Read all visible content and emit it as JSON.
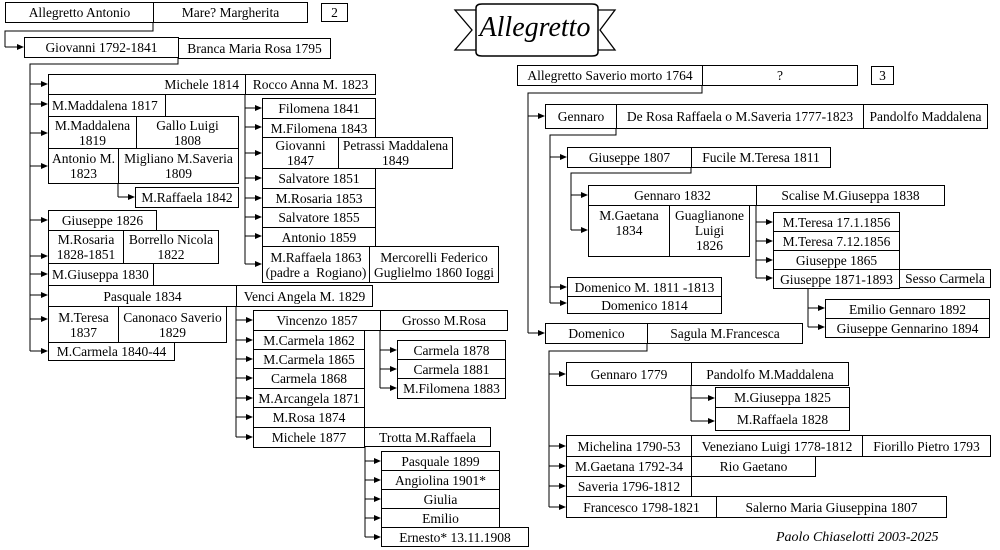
{
  "title": "Allegretto",
  "footer": "Paolo Chiaselotti 2003-2025",
  "boxes": {
    "allegretto_antonio": "Allegretto Antonio",
    "mare_margherita": "Mare? Margherita",
    "page2": "2",
    "giovanni_1792": "Giovanni 1792-1841",
    "branca_maria_rosa": "Branca Maria Rosa 1795",
    "michele_1814": "Michele 1814",
    "rocco_anna": "Rocco Anna M. 1823",
    "m_maddalena_1817": "M.Maddalena 1817",
    "m_maddalena_1819": "M.Maddalena\n1819",
    "gallo_luigi": "Gallo Luigi\n1808",
    "antonio_m_1823": "Antonio M.\n1823",
    "migliano": "Migliano M.Saveria\n1809",
    "m_raffaela_1842": "M.Raffaela 1842",
    "giuseppe_1826": "Giuseppe 1826",
    "m_rosaria_1828": "M.Rosaria\n1828-1851",
    "borrello_nicola": "Borrello Nicola\n1822",
    "m_giuseppa_1830": "M.Giuseppa 1830",
    "pasquale_1834": "Pasquale 1834",
    "venci_angela": "Venci Angela M. 1829",
    "m_teresa_1837": "M.Teresa\n1837",
    "canonaco_saverio": "Canonaco Saverio\n1829",
    "m_carmela_1840": "M.Carmela 1840-44",
    "filomena_1841": "Filomena 1841",
    "m_filomena_1843": "M.Filomena 1843",
    "giovanni_1847": "Giovanni\n1847",
    "petrassi": "Petrassi Maddalena\n1849",
    "salvatore_1851": "Salvatore 1851",
    "m_rosaria_1853": "M.Rosaria 1853",
    "salvatore_1855": "Salvatore 1855",
    "antonio_1859": "Antonio 1859",
    "m_raffaela_1863": "M.Raffaela 1863\n(padre a  Rogiano)",
    "mercorelli": "Mercorelli Federico\nGuglielmo 1860 Ioggi",
    "vincenzo_1857": "Vincenzo 1857",
    "grosso_m_rosa": "Grosso M.Rosa",
    "m_carmela_1862": "M.Carmela 1862",
    "m_carmela_1865": "M.Carmela 1865",
    "carmela_1868": "Carmela 1868",
    "m_arcangela_1871": "M.Arcangela 1871",
    "m_rosa_1874": "M.Rosa 1874",
    "michele_1877": "Michele 1877",
    "trotta": "Trotta M.Raffaela",
    "carmela_1878": "Carmela 1878",
    "carmela_1881": "Carmela 1881",
    "m_filomena_1883": "M.Filomena 1883",
    "pasquale_1899": "Pasquale 1899",
    "angiolina_1901": "Angiolina 1901*",
    "giulia": "Giulia",
    "emilio": "Emilio",
    "ernesto_1908": "Ernesto* 13.11.1908",
    "allegretto_saverio": "Allegretto Saverio morto 1764",
    "unknown_spouse": "?",
    "page3": "3",
    "gennaro": "Gennaro",
    "de_rosa": "De Rosa Raffaela o M.Saveria 1777-1823",
    "pandolfo_maddalena": "Pandolfo Maddalena",
    "giuseppe_1807": "Giuseppe 1807",
    "fucile": "Fucile M.Teresa 1811",
    "gennaro_1832": "Gennaro 1832",
    "scalise": "Scalise M.Giuseppa 1838",
    "m_gaetana_1834": "M.Gaetana\n1834",
    "guaglianone": "Guaglianone\nLuigi\n1826",
    "m_teresa_1856a": "M.Teresa 17.1.1856",
    "m_teresa_1856b": "M.Teresa 7.12.1856",
    "giuseppe_1865": "Giuseppe 1865",
    "giuseppe_1871": "Giuseppe 1871-1893",
    "sesso_carmela": "Sesso Carmela",
    "emilio_gennaro_1892": "Emilio Gennaro 1892",
    "giuseppe_gennarino_1894": "Giuseppe Gennarino 1894",
    "domenico_m_1811": "Domenico M. 1811 -1813",
    "domenico_1814": "Domenico 1814",
    "domenico": "Domenico",
    "sagula": "Sagula M.Francesca",
    "gennaro_1779": "Gennaro 1779",
    "pandolfo_m_maddalena": "Pandolfo M.Maddalena",
    "m_giuseppa_1825": "M.Giuseppa 1825",
    "m_raffaela_1828": "M.Raffaela 1828",
    "michelina_1790": "Michelina 1790-53",
    "veneziano": "Veneziano Luigi 1778-1812",
    "fiorillo": "Fiorillo Pietro 1793",
    "m_gaetana_1792": "M.Gaetana 1792-34",
    "rio_gaetano": "Rio Gaetano",
    "saveria_1796": "Saveria 1796-1812",
    "francesco_1798": "Francesco 1798-1821",
    "salerno": "Salerno Maria Giuseppina 1807"
  }
}
